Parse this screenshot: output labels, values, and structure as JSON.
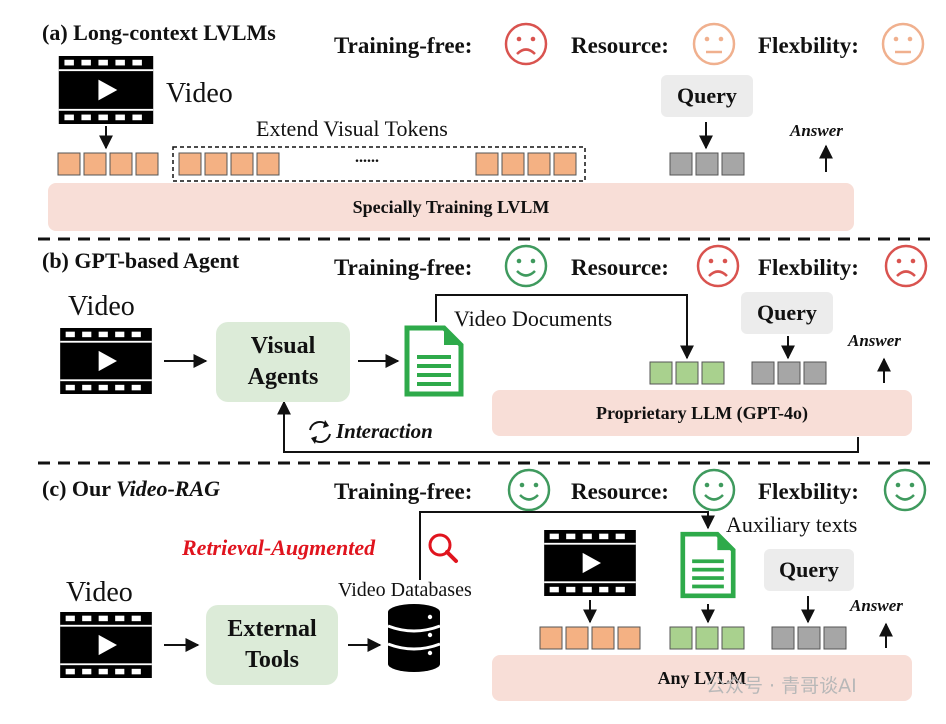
{
  "panel_a": {
    "title": "(a) Long-context LVLMs",
    "criteria": [
      "Training-free:",
      "Resource:",
      "Flexbility:"
    ],
    "criteria_faces": [
      "sad-face-icon",
      "neutral-face-icon",
      "neutral-face-icon"
    ],
    "video_label": "Video",
    "extend_label": "Extend Visual Tokens",
    "ellipsis": "......",
    "query": "Query",
    "answer": "Answer",
    "bar_label": "Specially Training LVLM"
  },
  "panel_b": {
    "title": "(b) GPT-based Agent",
    "criteria": [
      "Training-free:",
      "Resource:",
      "Flexbility:"
    ],
    "criteria_faces": [
      "happy-face-icon",
      "sad-face-icon",
      "sad-face-icon"
    ],
    "video_label": "Video",
    "agents_label": "Visual Agents",
    "docs_label": "Video Documents",
    "interaction_label": "Interaction",
    "query": "Query",
    "answer": "Answer",
    "bar_label": "Proprietary LLM (GPT-4o)"
  },
  "panel_c": {
    "title_prefix": "(c) Our ",
    "title_em": "Video-RAG",
    "criteria": [
      "Training-free:",
      "Resource:",
      "Flexbility:"
    ],
    "criteria_faces": [
      "happy-face-icon",
      "happy-face-icon",
      "happy-face-icon"
    ],
    "video_label": "Video",
    "tools_label": "External Tools",
    "databases_label": "Video Databases",
    "retrieval_label": "Retrieval-Augmented",
    "aux_label": "Auxiliary texts",
    "query": "Query",
    "answer": "Answer",
    "bar_label": "Any LVLM"
  },
  "watermark": "公众号 · 青哥谈AI",
  "colors": {
    "orange_token": "#f4b183",
    "green_token": "#a9d18e",
    "gray_token": "#a6a6a6",
    "bar_fill": "#f8ded7",
    "green_box": "#dcebd8",
    "sad": "#d9534f",
    "neutral": "#f0b08e",
    "happy": "#3f9a5e",
    "doc_green": "#2eaa4a"
  }
}
